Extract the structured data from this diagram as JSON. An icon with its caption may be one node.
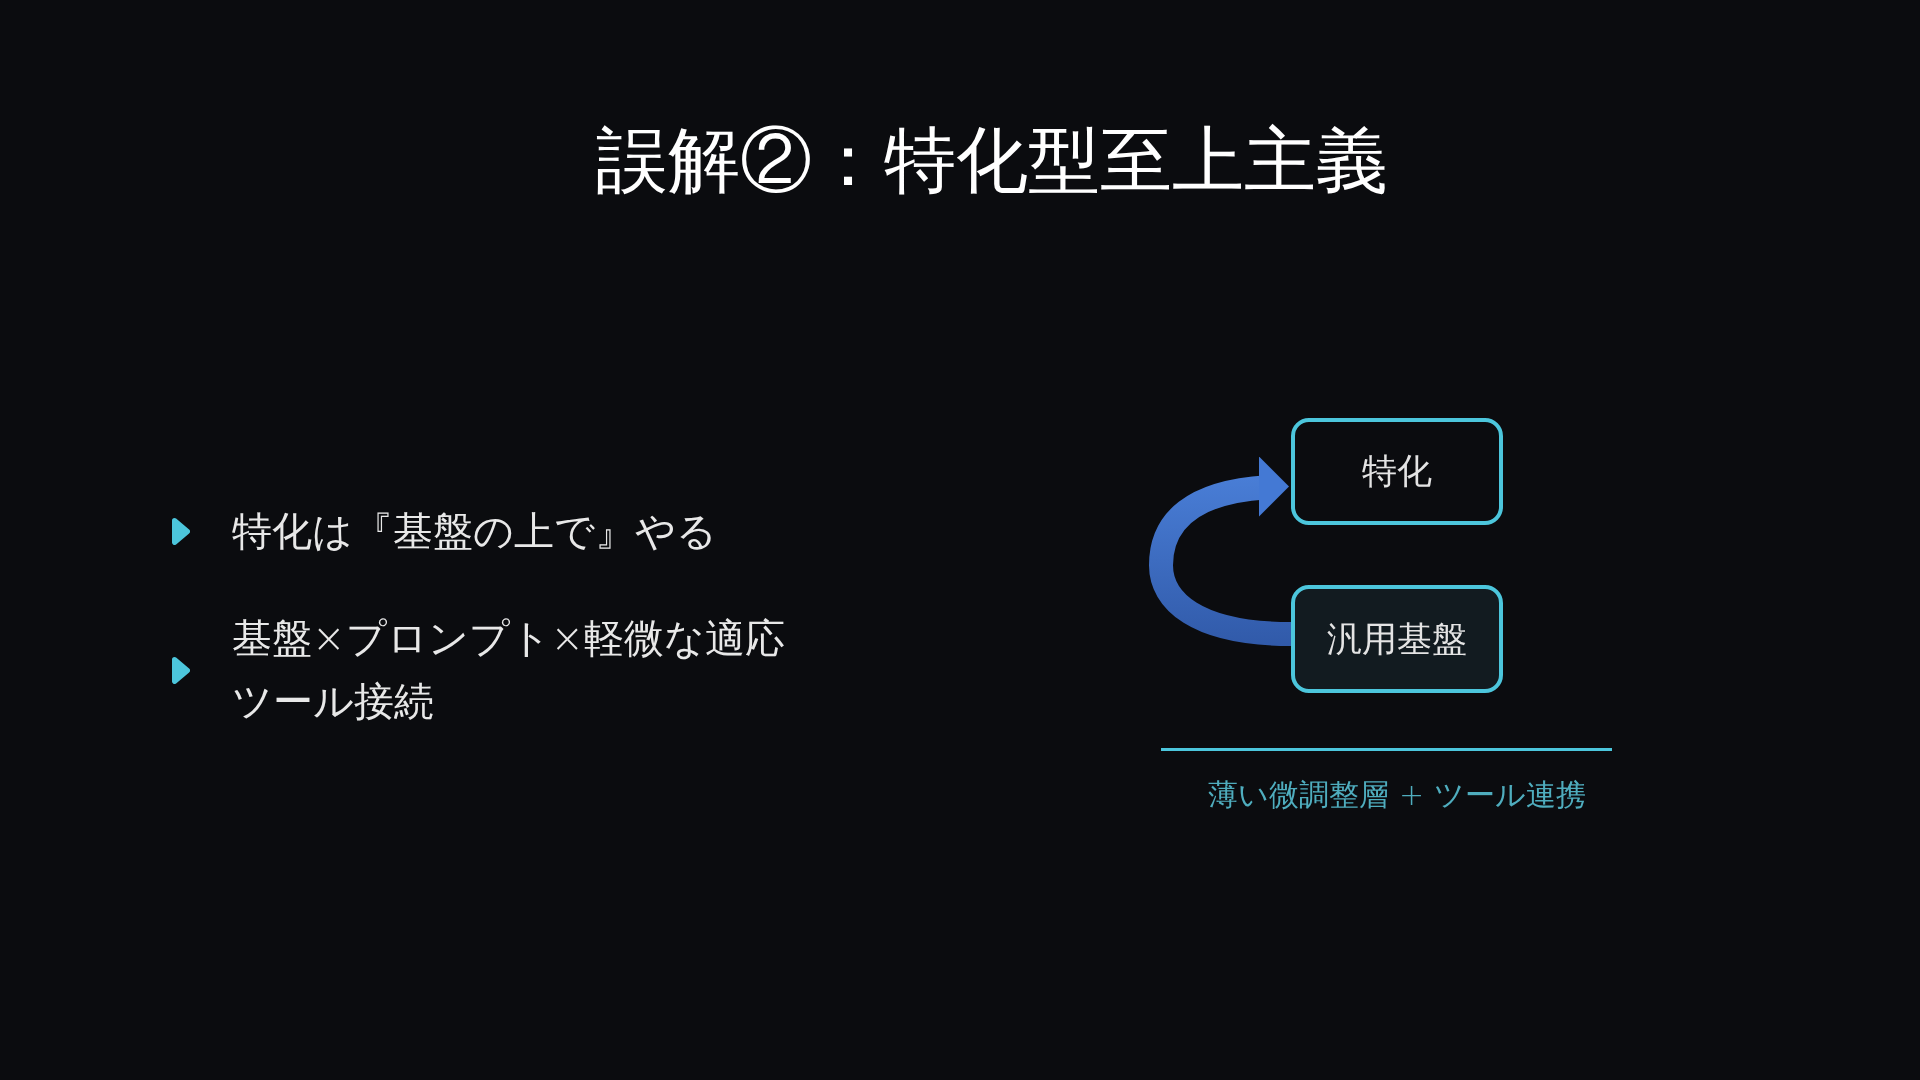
{
  "diagram": {
    "title": "誤解②：特化型至上主義",
    "nodes": [
      {
        "text": [
          "特化"
        ]
      },
      {
        "text": [
          "汎用基盤"
        ]
      }
    ],
    "edges": [
      {
        "from": 1,
        "to": 0,
        "arrow": "to"
      }
    ],
    "labels": [
      "特化は『基盤の上で』やる",
      "基盤×プロンプト×軽微な適応ツール接続",
      "薄い微調整層 + ツール連携"
    ]
  }
}
